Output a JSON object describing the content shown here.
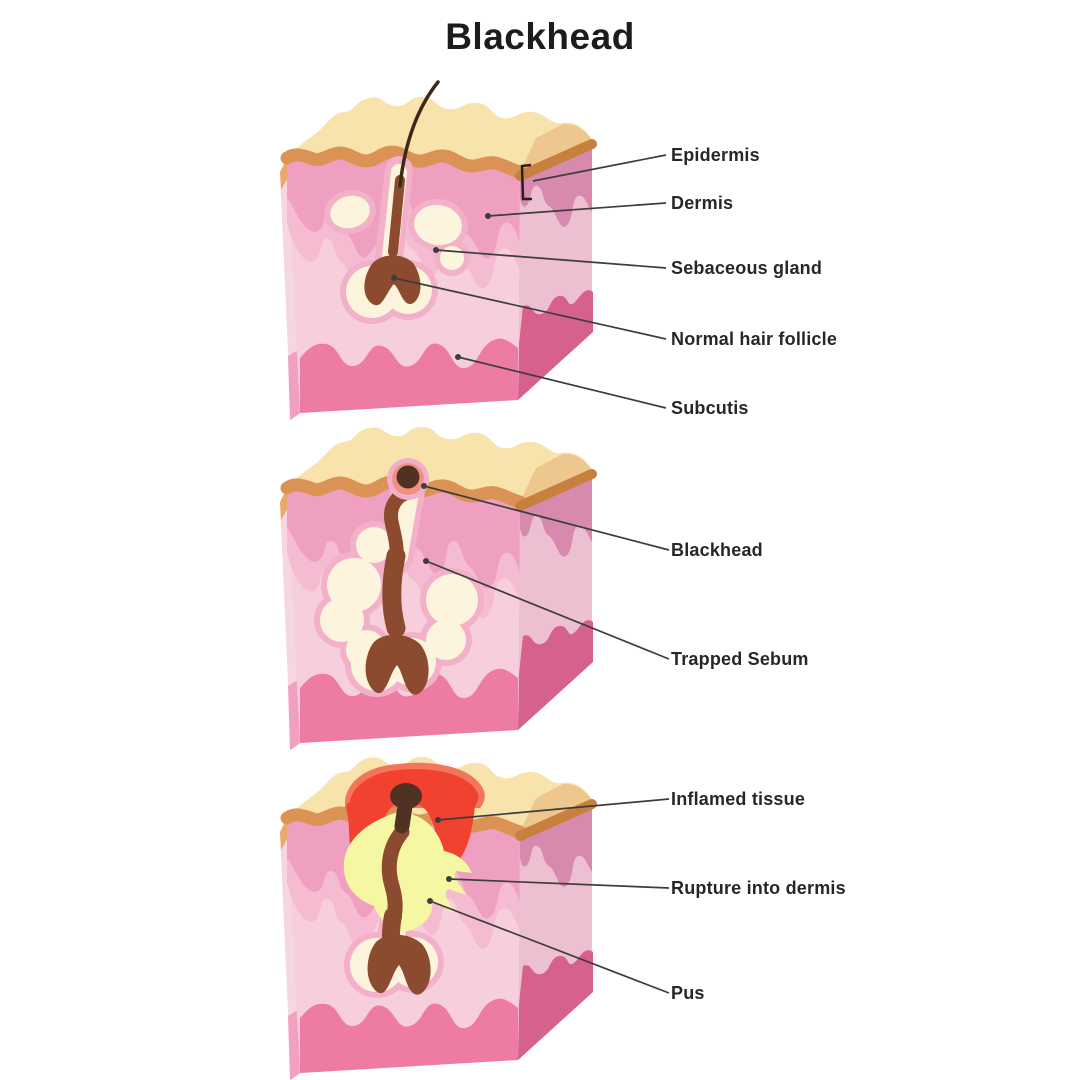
{
  "title": "Blackhead",
  "panels": [
    {
      "name": "normal-skin",
      "labels": [
        {
          "text": "Epidermis"
        },
        {
          "text": "Dermis"
        },
        {
          "text": "Sebaceous gland"
        },
        {
          "text": "Normal hair follicle"
        },
        {
          "text": "Subcutis"
        }
      ]
    },
    {
      "name": "blackhead-formed",
      "labels": [
        {
          "text": "Blackhead"
        },
        {
          "text": "Trapped Sebum"
        }
      ]
    },
    {
      "name": "inflamed-blackhead",
      "labels": [
        {
          "text": "Inflamed tissue"
        },
        {
          "text": "Rupture into dermis"
        },
        {
          "text": "Pus"
        }
      ]
    }
  ],
  "colors": {
    "background": "#ffffff",
    "text": "#2a2627",
    "leader_line": "#3d3d3d",
    "epidermis_surface": "#F7E3AB",
    "epidermis_band": "#DB9355",
    "epidermis_band_side": "#C8803F",
    "dermis_upper": "#EFA0C1",
    "dermis_mid": "#F5BBD1",
    "dermis_main": "#F6CEDC",
    "dermis_side": "#ECC0D1",
    "dermis_upper_side": "#D78AAE",
    "subcutis": "#EE7BA4",
    "subcutis_side": "#D6618D",
    "sebaceous_gland": "#FCF4DC",
    "gland_outline": "#F3B1C9",
    "follicle_sebum": "#8C4B2E",
    "hair": "#3E2817",
    "blackhead_plug": "#4F3222",
    "blackhead_ring": "#F1907F",
    "inflamed_tissue": "#F0422E",
    "inflamed_tissue_light": "#F4745C",
    "pus": "#F6F7A2"
  }
}
